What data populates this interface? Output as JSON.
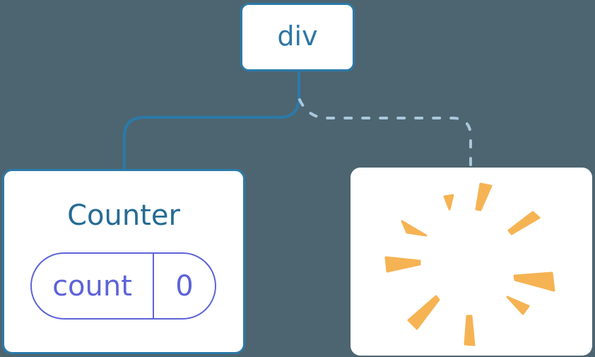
{
  "diagram": {
    "description": "component tree with removed child",
    "root": {
      "label": "div"
    },
    "counter": {
      "title": "Counter",
      "state": {
        "name": "count",
        "value": "0"
      }
    },
    "removed": {
      "icon": "poof-burst-icon"
    }
  },
  "colors": {
    "background": "#4d6570",
    "node_fill": "#ffffff",
    "node_border": "#2b7aa9",
    "edge_solid": "#2b7aa9",
    "edge_dashed": "#a9c7dc",
    "root_text": "#2e76a6",
    "title_text": "#256b94",
    "state_accent": "#5d63d8",
    "poof": "#f6b353"
  }
}
